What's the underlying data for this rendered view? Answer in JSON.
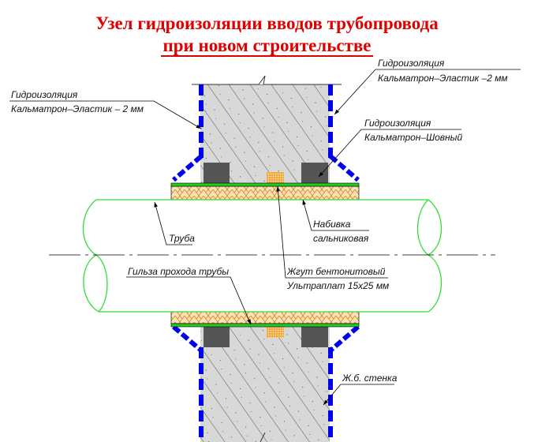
{
  "title": {
    "line1": "Узел гидроизоляции вводов трубопровода",
    "line2": "при новом строительстве"
  },
  "labels": {
    "left_waterproof_title": "Гидроизоляция",
    "left_waterproof_material": "Кальматрон–Эластик – 2 мм",
    "right_waterproof_title": "Гидроизоляция",
    "right_waterproof_material": "Кальматрон–Эластик  –2 мм",
    "seam_title": "Гидроизоляция",
    "seam_material": "Кальматрон–Шовный",
    "pipe": "Труба",
    "packing_line1": "Набивка",
    "packing_line2": "сальниковая",
    "sleeve": "Гильза прохода трубы",
    "bentonite_line1": "Жгут бентонитовый",
    "bentonite_line2": "Ультраплат 15х25 мм",
    "wall": "Ж.б. стенка"
  },
  "colors": {
    "title": "#e00000",
    "waterproofing": "#0000ee",
    "pipe": "#33dd33",
    "sleeve": "#22cc22",
    "packing": "#f5c98a",
    "concrete": "#d8d8d8",
    "seam": "#555555"
  }
}
